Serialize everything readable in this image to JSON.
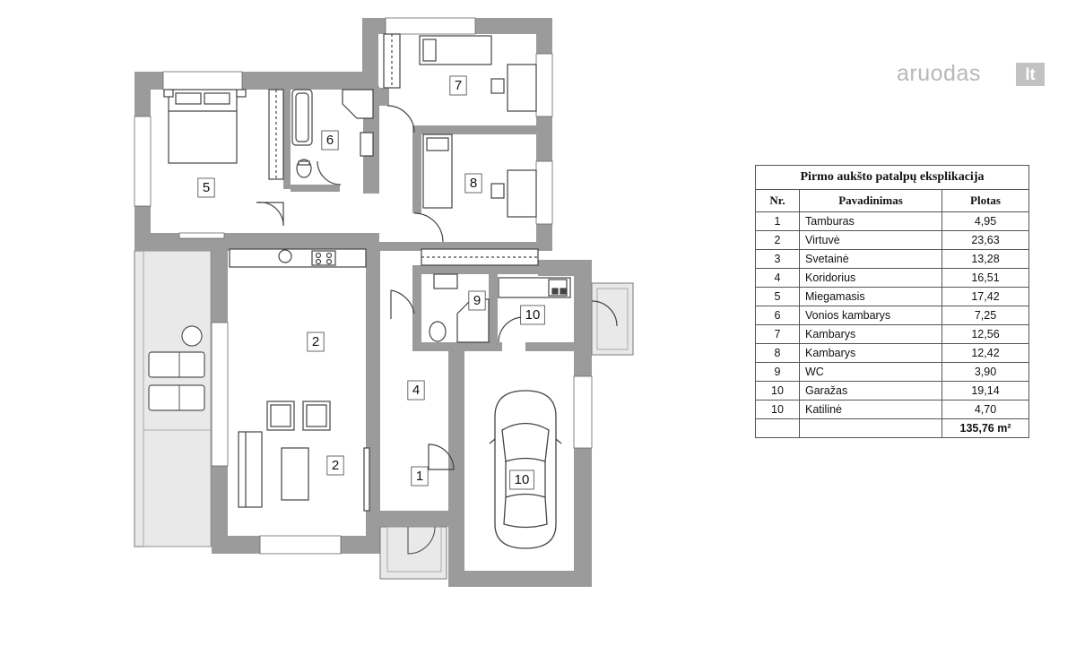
{
  "watermark": {
    "text": "aruodas",
    "tld": "lt"
  },
  "rooms": [
    {
      "id": "r5",
      "label": "5"
    },
    {
      "id": "r6",
      "label": "6"
    },
    {
      "id": "r7",
      "label": "7"
    },
    {
      "id": "r8",
      "label": "8"
    },
    {
      "id": "r2a",
      "label": "2"
    },
    {
      "id": "r2b",
      "label": "2"
    },
    {
      "id": "r4",
      "label": "4"
    },
    {
      "id": "r9",
      "label": "9"
    },
    {
      "id": "r10a",
      "label": "10"
    },
    {
      "id": "r1",
      "label": "1"
    },
    {
      "id": "r10b",
      "label": "10"
    }
  ],
  "explication": {
    "title": "Pirmo aukšto patalpų eksplikacija",
    "headers": {
      "nr": "Nr.",
      "name": "Pavadinimas",
      "area": "Plotas"
    },
    "rows": [
      {
        "nr": "1",
        "name": "Tamburas",
        "area": "4,95"
      },
      {
        "nr": "2",
        "name": "Virtuvė",
        "area": "23,63"
      },
      {
        "nr": "3",
        "name": "Svetainė",
        "area": "13,28"
      },
      {
        "nr": "4",
        "name": "Koridorius",
        "area": "16,51"
      },
      {
        "nr": "5",
        "name": "Miegamasis",
        "area": "17,42"
      },
      {
        "nr": "6",
        "name": "Vonios kambarys",
        "area": "7,25"
      },
      {
        "nr": "7",
        "name": "Kambarys",
        "area": "12,56"
      },
      {
        "nr": "8",
        "name": "Kambarys",
        "area": "12,42"
      },
      {
        "nr": "9",
        "name": "WC",
        "area": "3,90"
      },
      {
        "nr": "10",
        "name": "Garažas",
        "area": "19,14"
      },
      {
        "nr": "10",
        "name": "Katilinė",
        "area": "4,70"
      }
    ],
    "total": "135,76 m²"
  }
}
